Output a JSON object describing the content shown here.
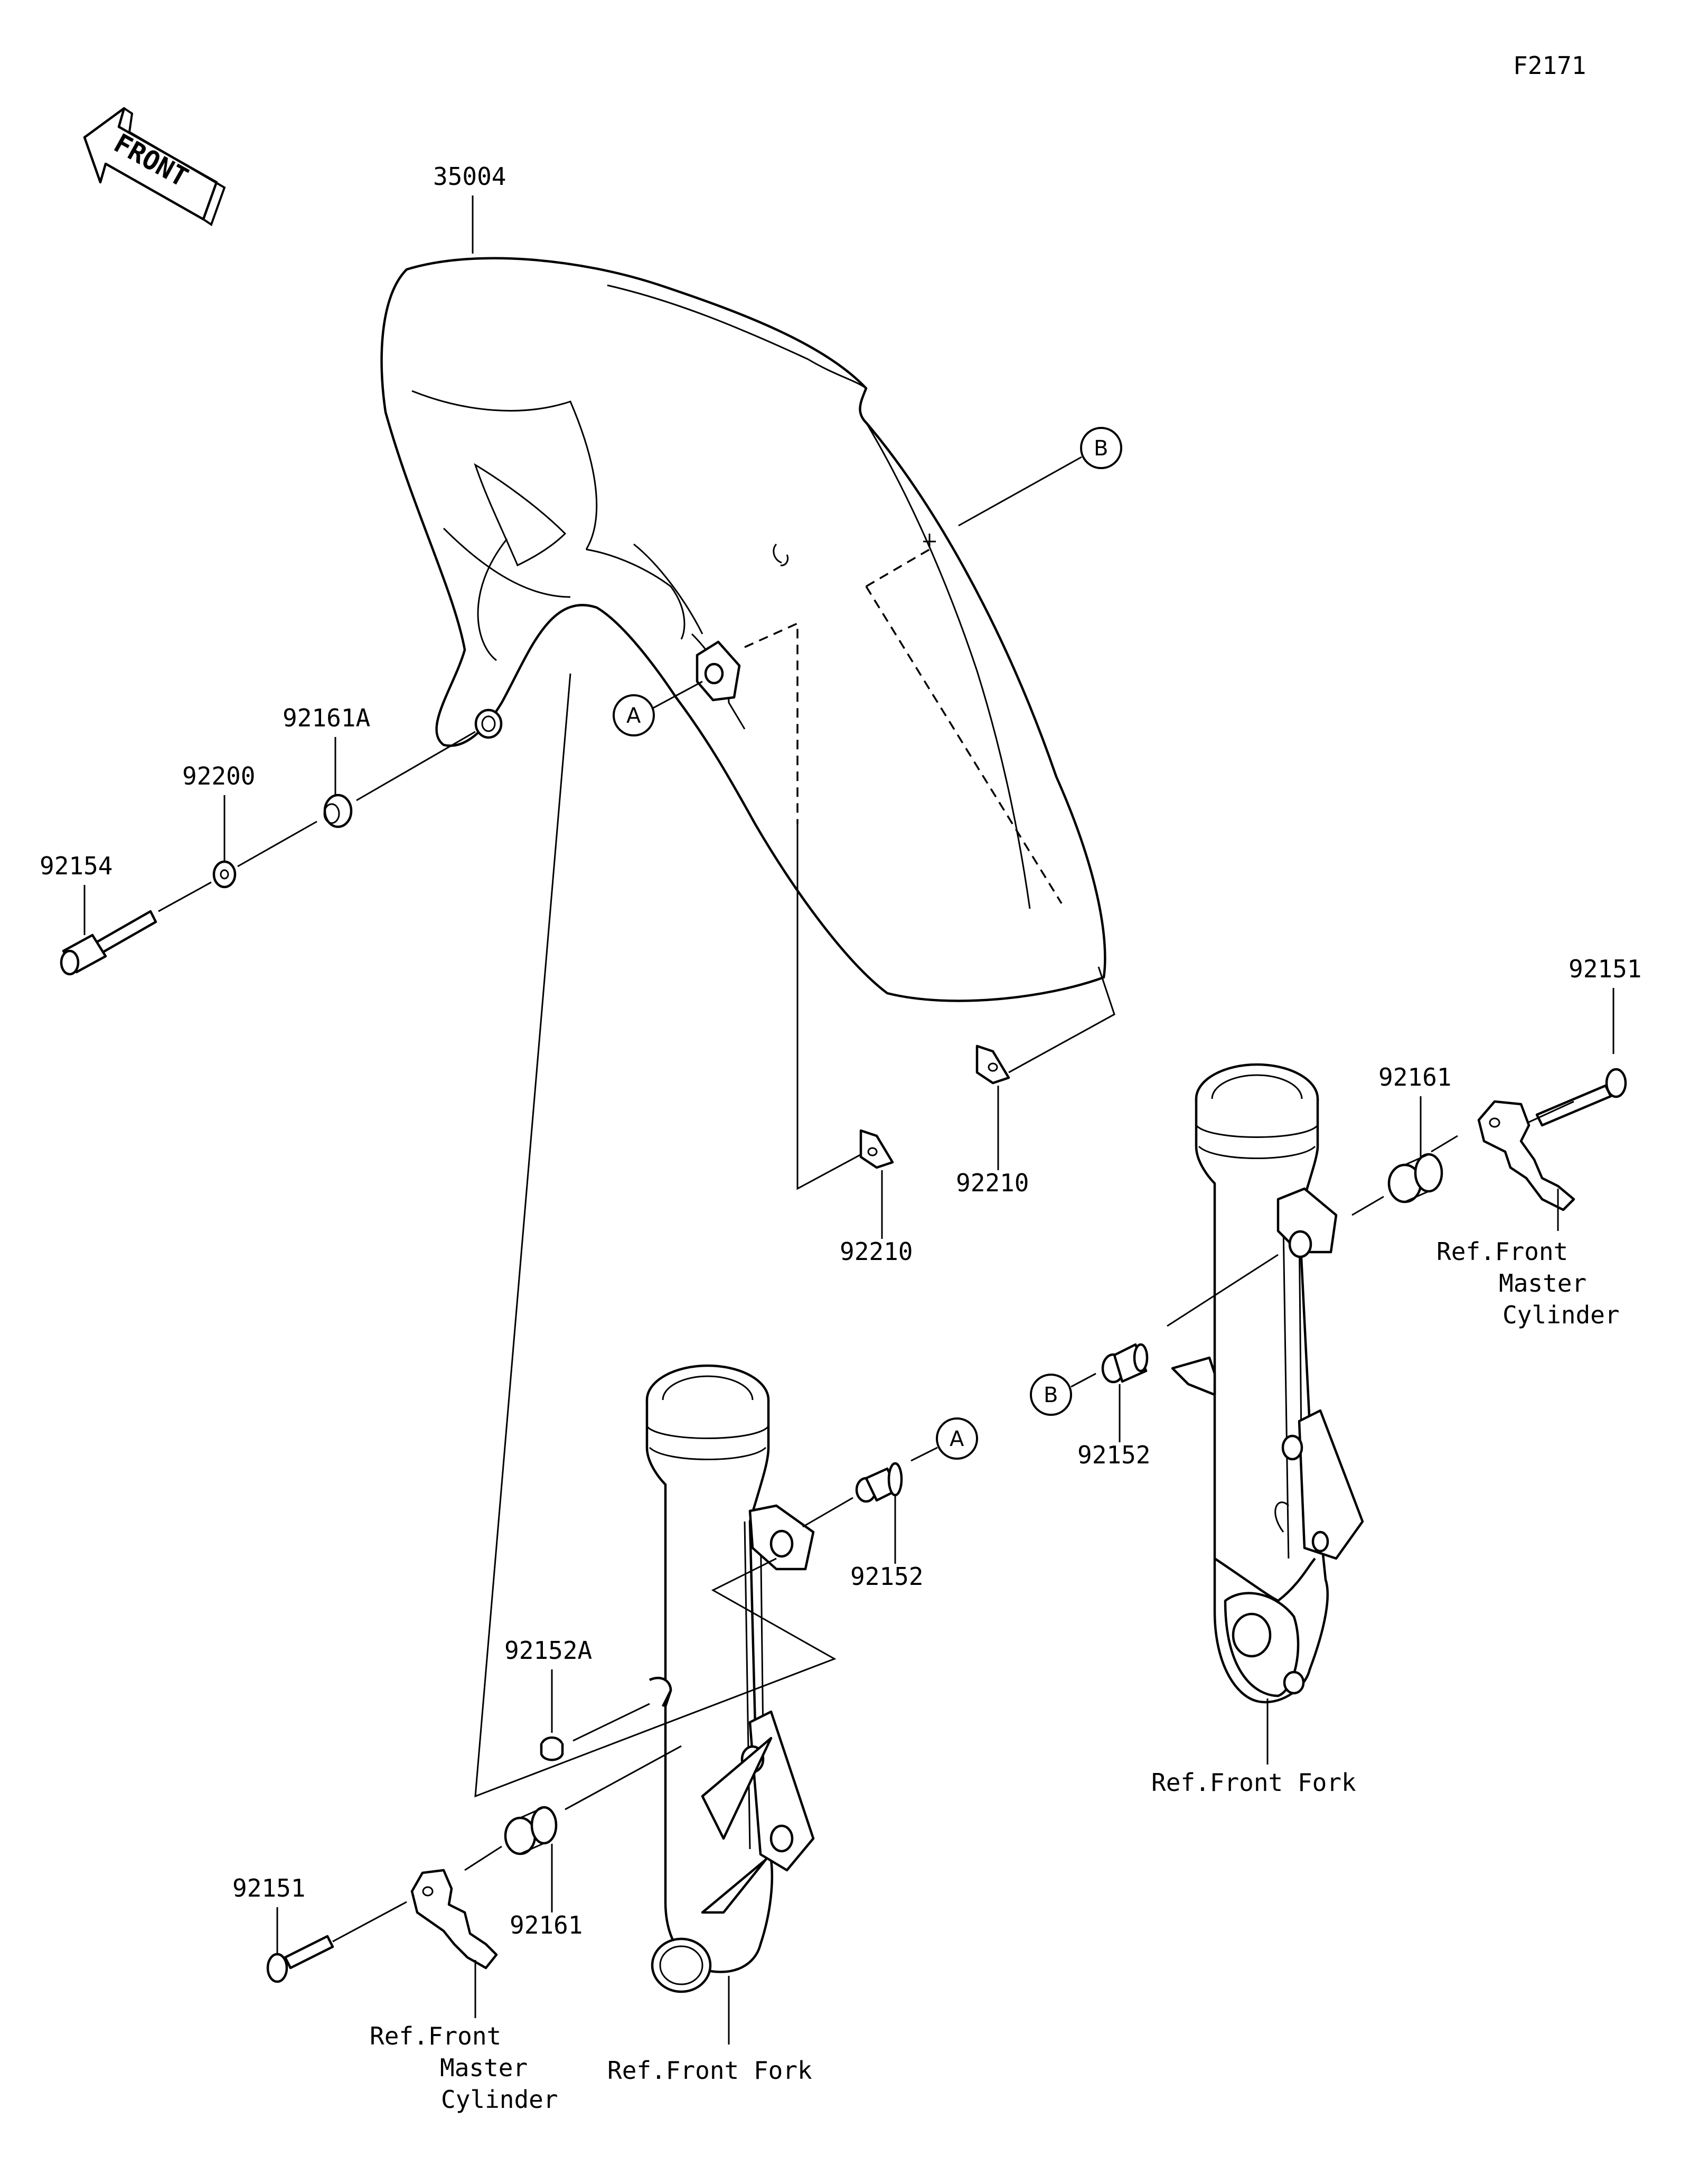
{
  "figure_code": "F2171",
  "front_arrow_label": "FRONT",
  "callouts": {
    "fender": "35004",
    "grommet_a": "92161A",
    "washer": "92200",
    "bolt_long": "92154",
    "bolt_right": "92151",
    "collar_right": "92161",
    "clip_upper": "92210",
    "clip_lower": "92210",
    "bolt_b": "92152",
    "bolt_a": "92152",
    "nut_a": "92152A",
    "bolt_left": "92151",
    "collar_left": "92161"
  },
  "markers": {
    "a_upper": "A",
    "b_upper": "B",
    "a_lower": "A",
    "b_lower": "B"
  },
  "references": {
    "master_cylinder_right": [
      "Ref.Front",
      "Master",
      "Cylinder"
    ],
    "front_fork_right": "Ref.Front Fork",
    "master_cylinder_left": [
      "Ref.Front",
      "Master",
      "Cylinder"
    ],
    "front_fork_left": "Ref.Front Fork"
  }
}
